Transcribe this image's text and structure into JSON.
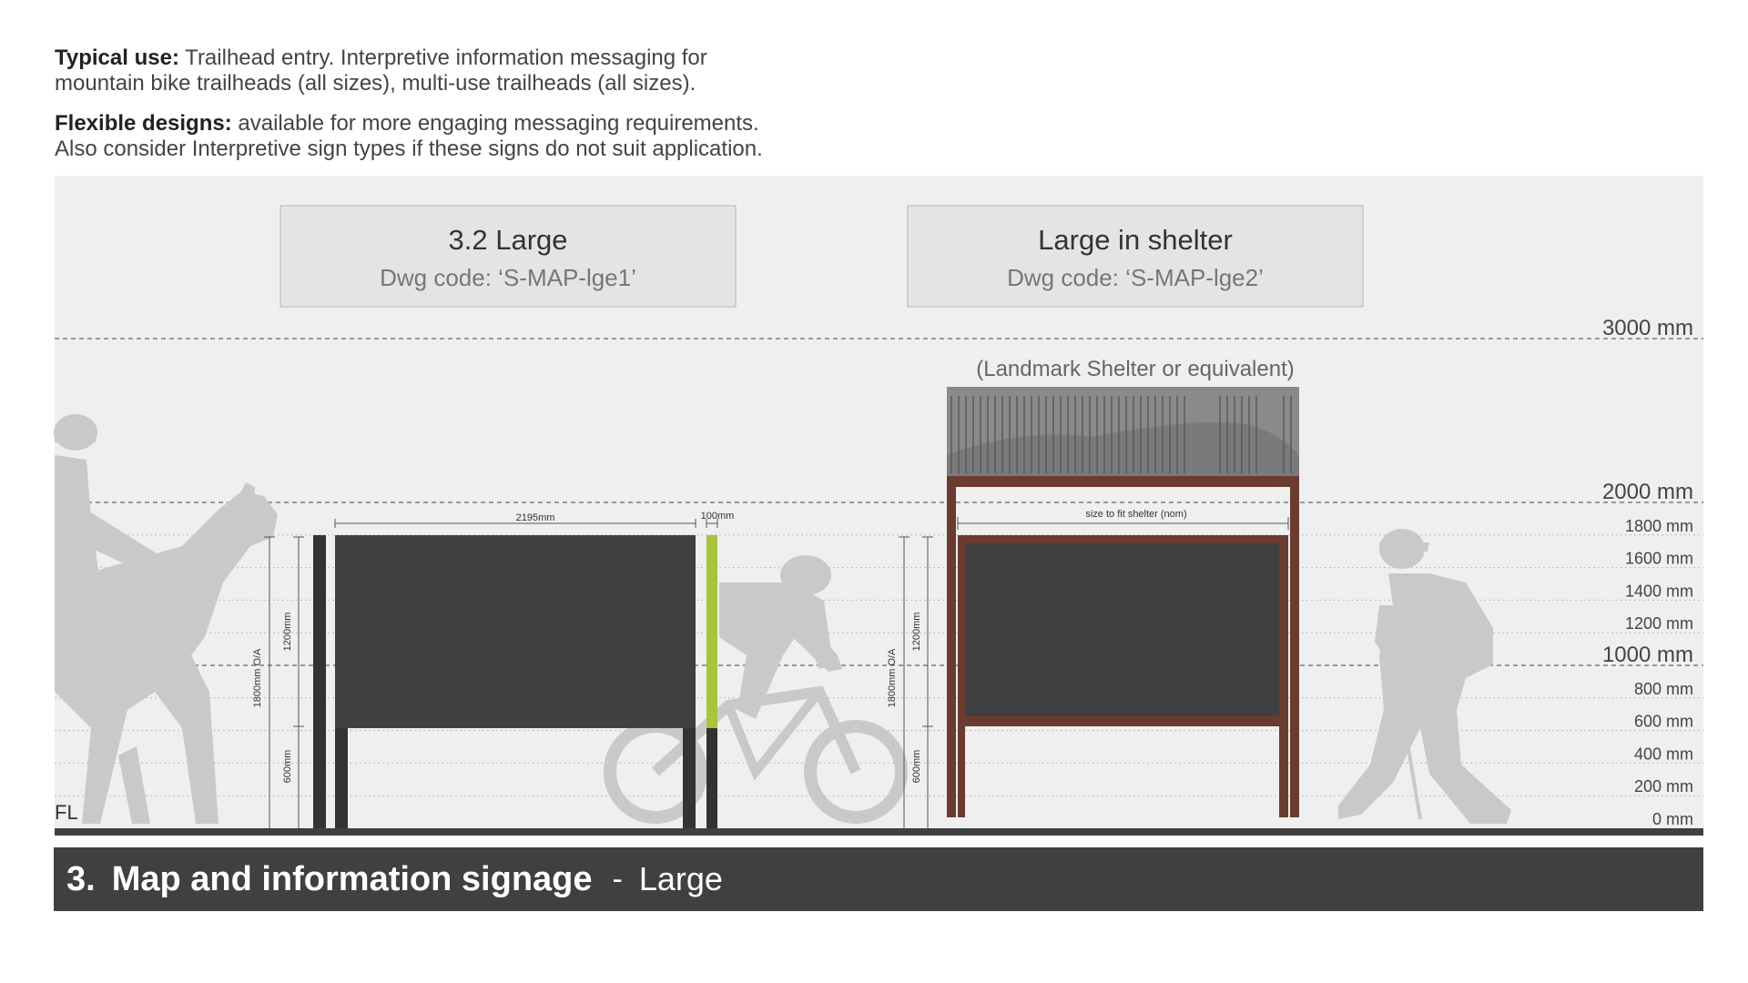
{
  "intro": {
    "line1_bold": "Typical use:",
    "line1_text": " Trailhead entry. Interpretive information messaging for",
    "line2_text": "mountain bike trailheads (all sizes), multi-use trailheads (all sizes).",
    "line3_bold": "Flexible designs:",
    "line3_text": " available for more engaging messaging requirements.",
    "line4_text": "Also consider Interpretive sign types if these signs do not suit application."
  },
  "designs": [
    {
      "title": "3.2 Large",
      "code": "Dwg code: ‘S-MAP-lge1’"
    },
    {
      "title": "Large in shelter",
      "code": "Dwg code: ‘S-MAP-lge2’"
    }
  ],
  "shelter_note": "(Landmark Shelter or equivalent)",
  "scale": {
    "labels": [
      "3000 mm",
      "2000 mm",
      "1800 mm",
      "1600 mm",
      "1400 mm",
      "1200 mm",
      "1000 mm",
      "800 mm",
      "600 mm",
      "400 mm",
      "200 mm",
      "0 mm"
    ],
    "floor_label": "FL"
  },
  "dimensions": {
    "sign1_width": "2195mm",
    "sign1_post": "100mm",
    "sign2_width": "size to fit shelter (nom)",
    "overall": "1800mm O/A",
    "panel_height": "1200mm",
    "clearance": "600mm"
  },
  "footer": {
    "number": "3.",
    "title": "Map and information signage",
    "separator": "-",
    "subtitle": "Large"
  },
  "colors": {
    "panel": "#404042",
    "timber": "#6a3b2e",
    "accent_green": "#a8c43a",
    "silhouette": "#c9c9c9",
    "background": "#efefef"
  }
}
